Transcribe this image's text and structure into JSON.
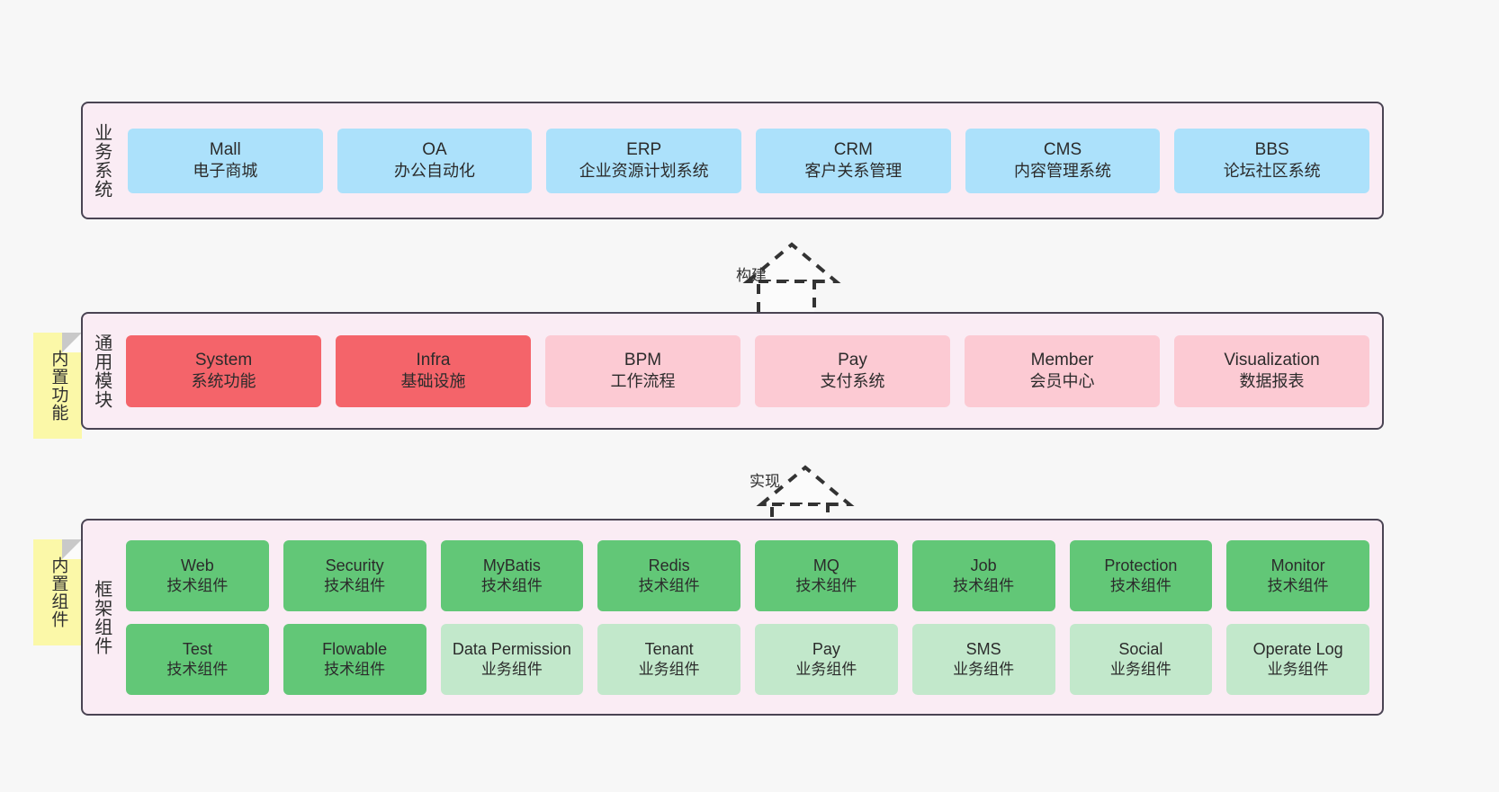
{
  "diagram": {
    "background_color": "#f7f7f7",
    "layer_fill": "#faecf4",
    "layer_border": "#4a4453",
    "note_fill": "#fbf8a8"
  },
  "layers": [
    {
      "id": "business",
      "title": "业务系统",
      "rows": [
        {
          "cards": [
            {
              "en": "Mall",
              "cn": "电子商城",
              "color": "#ace1fb",
              "style": "c-blue"
            },
            {
              "en": "OA",
              "cn": "办公自动化",
              "color": "#ace1fb",
              "style": "c-blue"
            },
            {
              "en": "ERP",
              "cn": "企业资源计划系统",
              "color": "#ace1fb",
              "style": "c-blue"
            },
            {
              "en": "CRM",
              "cn": "客户关系管理",
              "color": "#ace1fb",
              "style": "c-blue"
            },
            {
              "en": "CMS",
              "cn": "内容管理系统",
              "color": "#ace1fb",
              "style": "c-blue"
            },
            {
              "en": "BBS",
              "cn": "论坛社区系统",
              "color": "#ace1fb",
              "style": "c-blue"
            }
          ]
        }
      ]
    },
    {
      "id": "module",
      "title": "通用模块",
      "note": "内置功能",
      "rows": [
        {
          "cards": [
            {
              "en": "System",
              "cn": "系统功能",
              "color": "#f4646a",
              "style": "c-red"
            },
            {
              "en": "Infra",
              "cn": "基础设施",
              "color": "#f4646a",
              "style": "c-red"
            },
            {
              "en": "BPM",
              "cn": "工作流程",
              "color": "#fccad3",
              "style": "c-pink"
            },
            {
              "en": "Pay",
              "cn": "支付系统",
              "color": "#fccad3",
              "style": "c-pink"
            },
            {
              "en": "Member",
              "cn": "会员中心",
              "color": "#fccad3",
              "style": "c-pink"
            },
            {
              "en": "Visualization",
              "cn": "数据报表",
              "color": "#fccad3",
              "style": "c-pink"
            }
          ]
        }
      ]
    },
    {
      "id": "framework",
      "title": "框架组件",
      "note": "内置组件",
      "rows": [
        {
          "cards": [
            {
              "en": "Web",
              "cn": "技术组件",
              "color": "#62c777",
              "style": "c-green"
            },
            {
              "en": "Security",
              "cn": "技术组件",
              "color": "#62c777",
              "style": "c-green"
            },
            {
              "en": "MyBatis",
              "cn": "技术组件",
              "color": "#62c777",
              "style": "c-green"
            },
            {
              "en": "Redis",
              "cn": "技术组件",
              "color": "#62c777",
              "style": "c-green"
            },
            {
              "en": "MQ",
              "cn": "技术组件",
              "color": "#62c777",
              "style": "c-green"
            },
            {
              "en": "Job",
              "cn": "技术组件",
              "color": "#62c777",
              "style": "c-green"
            },
            {
              "en": "Protection",
              "cn": "技术组件",
              "color": "#62c777",
              "style": "c-green"
            },
            {
              "en": "Monitor",
              "cn": "技术组件",
              "color": "#62c777",
              "style": "c-green"
            }
          ]
        },
        {
          "cards": [
            {
              "en": "Test",
              "cn": "技术组件",
              "color": "#62c777",
              "style": "c-green"
            },
            {
              "en": "Flowable",
              "cn": "技术组件",
              "color": "#62c777",
              "style": "c-green"
            },
            {
              "en": "Data Permission",
              "cn": "业务组件",
              "color": "#c2e8cb",
              "style": "c-greenlight"
            },
            {
              "en": "Tenant",
              "cn": "业务组件",
              "color": "#c2e8cb",
              "style": "c-greenlight"
            },
            {
              "en": "Pay",
              "cn": "业务组件",
              "color": "#c2e8cb",
              "style": "c-greenlight"
            },
            {
              "en": "SMS",
              "cn": "业务组件",
              "color": "#c2e8cb",
              "style": "c-greenlight"
            },
            {
              "en": "Social",
              "cn": "业务组件",
              "color": "#c2e8cb",
              "style": "c-greenlight"
            },
            {
              "en": "Operate Log",
              "cn": "业务组件",
              "color": "#c2e8cb",
              "style": "c-greenlight"
            }
          ]
        }
      ]
    }
  ],
  "arrows": [
    {
      "id": "build",
      "label": "构建",
      "from": "module",
      "to": "business",
      "style": "dashed-hollow-triangle"
    },
    {
      "id": "impl",
      "label": "实现",
      "from": "framework",
      "to": "module",
      "style": "dashed-hollow-triangle"
    }
  ]
}
